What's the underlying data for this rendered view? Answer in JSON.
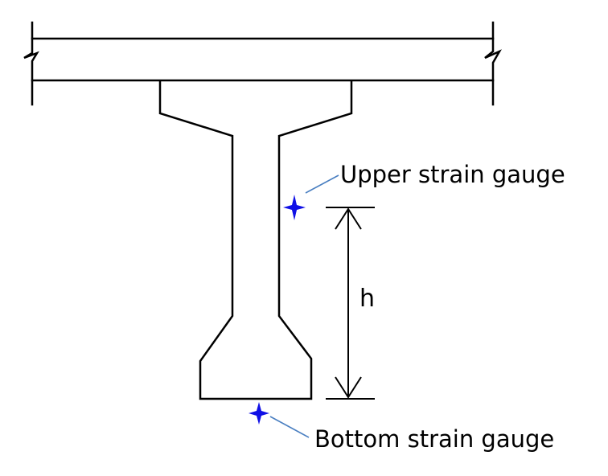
{
  "labels": {
    "upper_gauge": "Upper strain gauge",
    "bottom_gauge": "Bottom strain gauge",
    "height": "h"
  },
  "colors": {
    "outline": "#000000",
    "gauge_marker": "#1010e6",
    "leader_line": "#4a7fc1",
    "background": "#ffffff"
  },
  "icons": {
    "upper_gauge": "four-point-star-marker",
    "bottom_gauge": "four-point-star-marker",
    "break_symbol": "zigzag-break"
  }
}
